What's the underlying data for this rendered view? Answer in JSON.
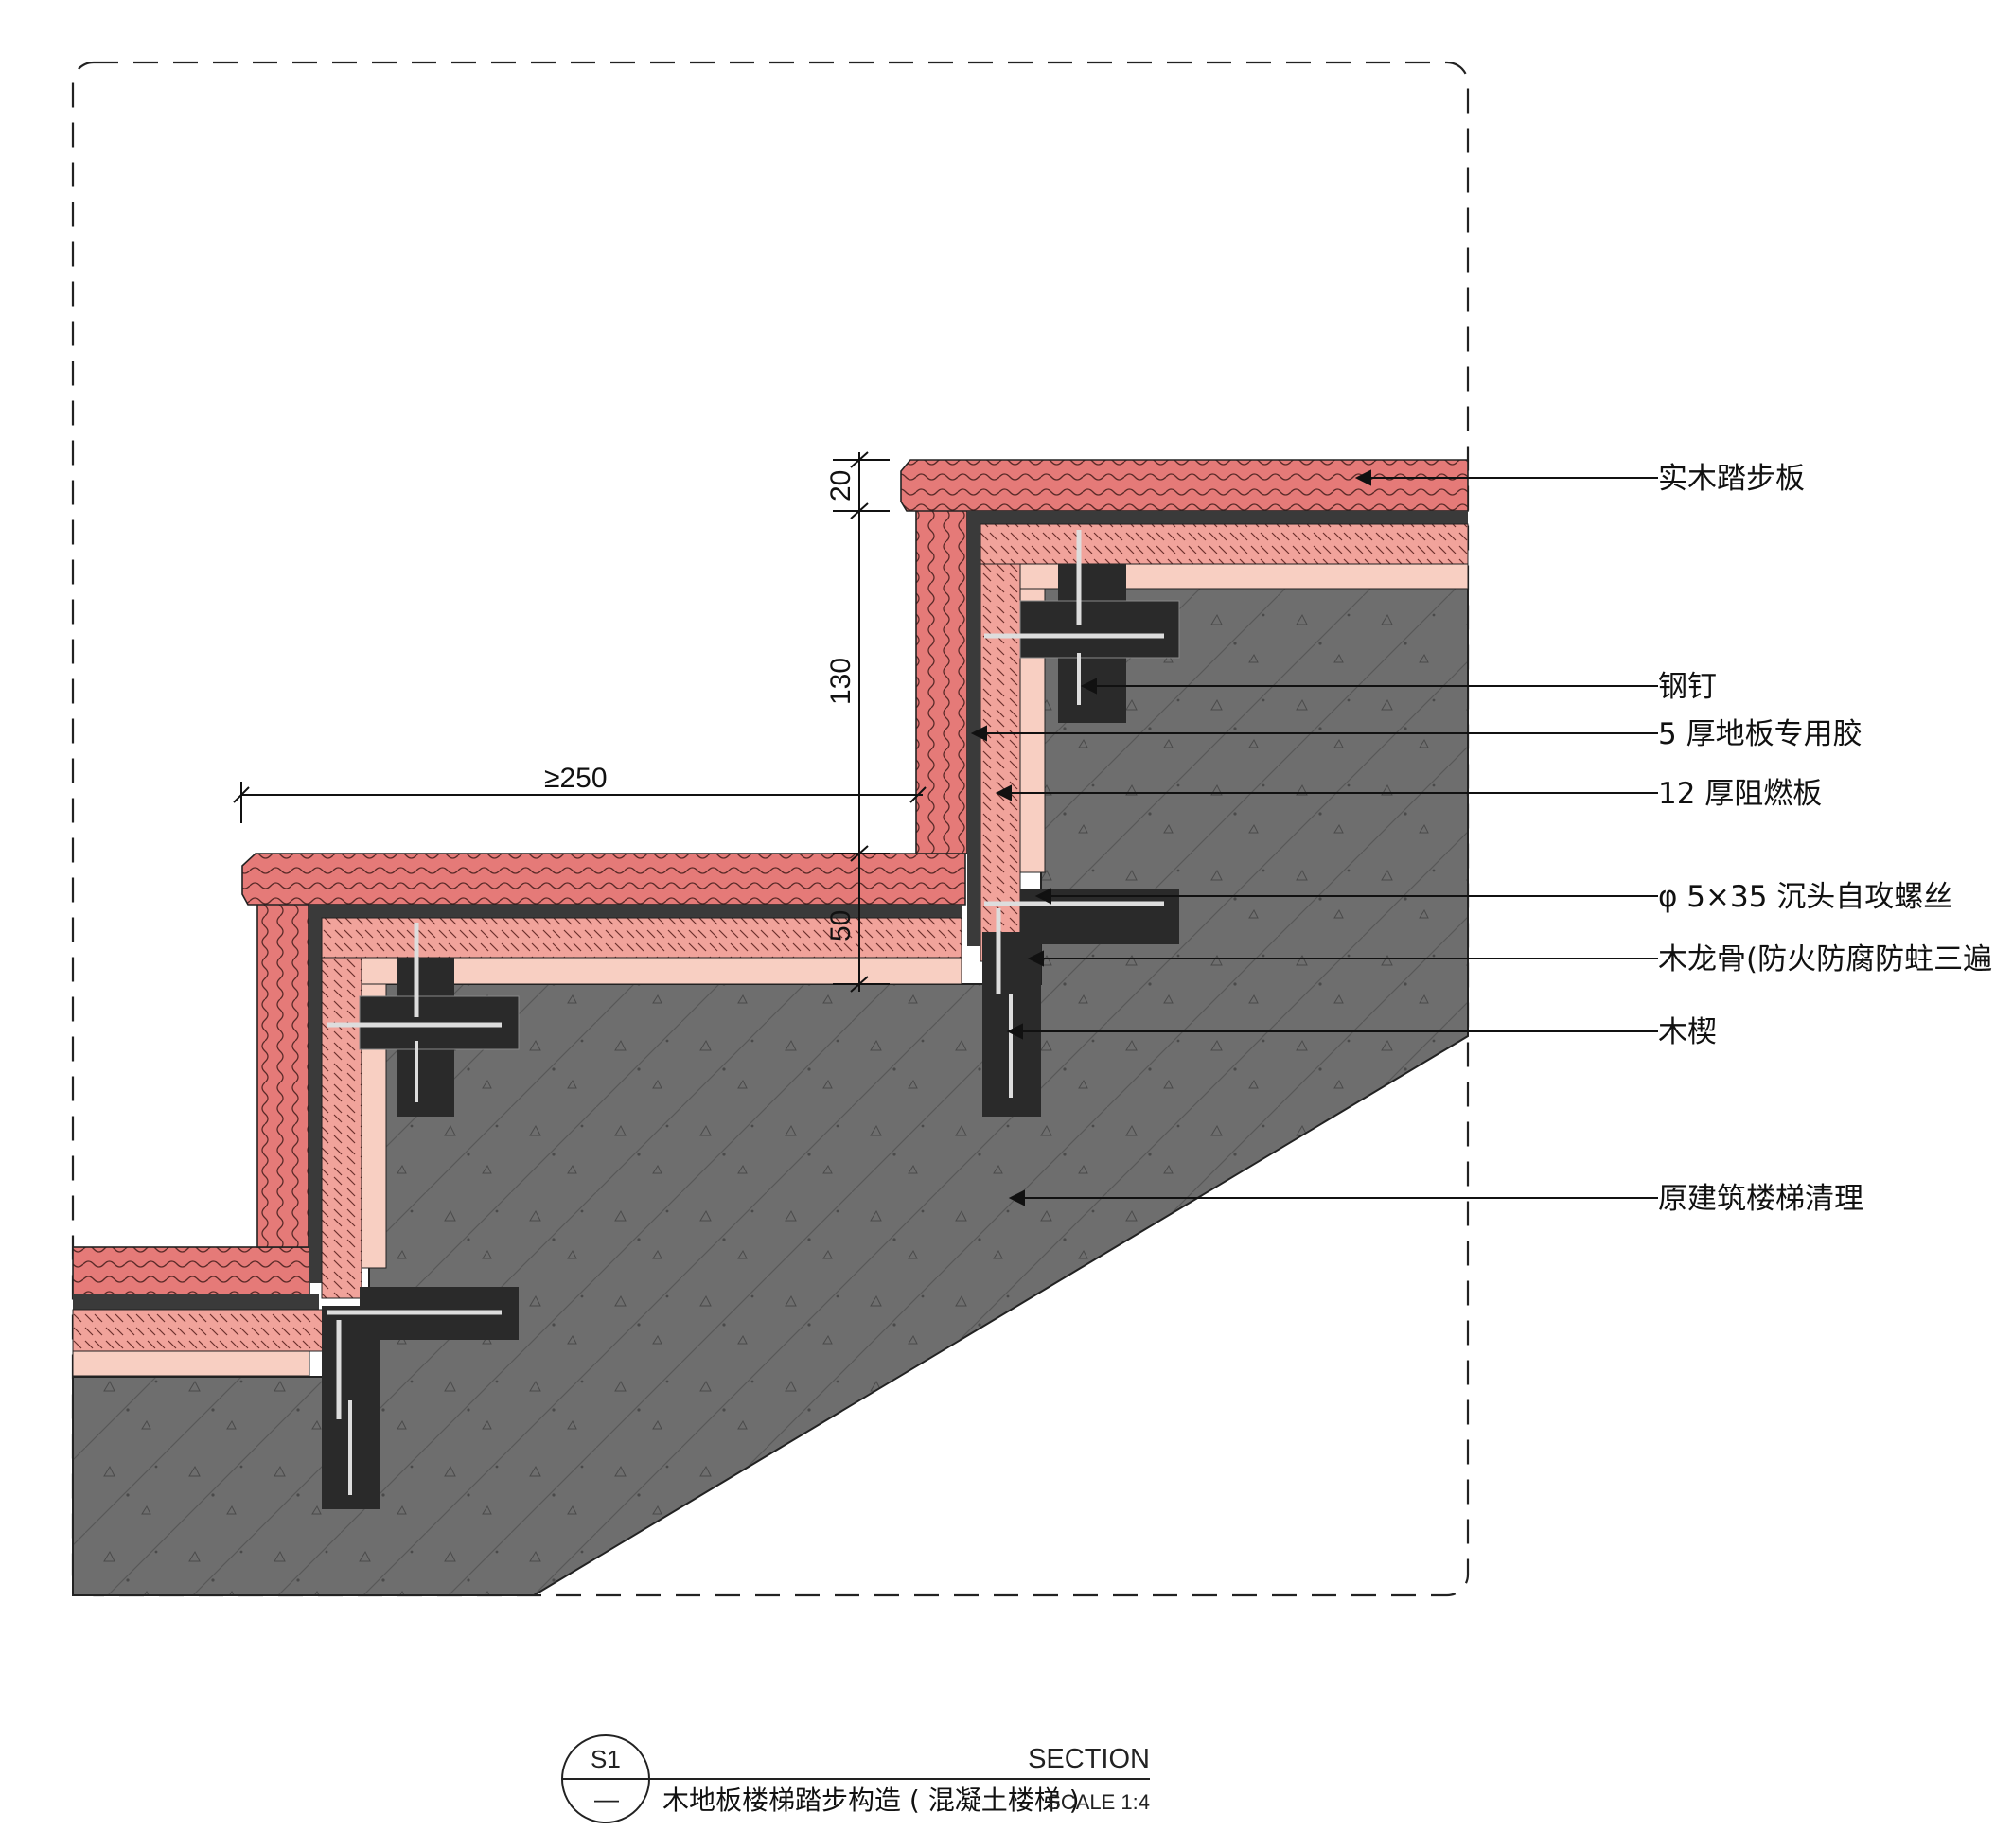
{
  "dimensions": {
    "tread_thickness": "20",
    "riser_height": "130",
    "lower_offset": "50",
    "tread_depth": "≥250"
  },
  "callouts": [
    "实木踏步板",
    "钢钉",
    "5 厚地板专用胶",
    "12 厚阻燃板",
    "φ 5×35 沉头自攻螺丝",
    "木龙骨(防火防腐防蛀三遍 )",
    "木楔",
    "原建筑楼梯清理"
  ],
  "title_block": {
    "bubble_top": "S1",
    "bubble_bottom": "—",
    "section_word": "SECTION",
    "title": "木地板楼梯踏步构造 ( 混凝土楼梯 )",
    "scale": "SCALE 1:4"
  },
  "colors": {
    "wood": "#e57a78",
    "board": "#f1a39b",
    "joist": "#f8cfc2",
    "concrete": "#6e6e6e",
    "anchor": "#2a2a2a"
  }
}
